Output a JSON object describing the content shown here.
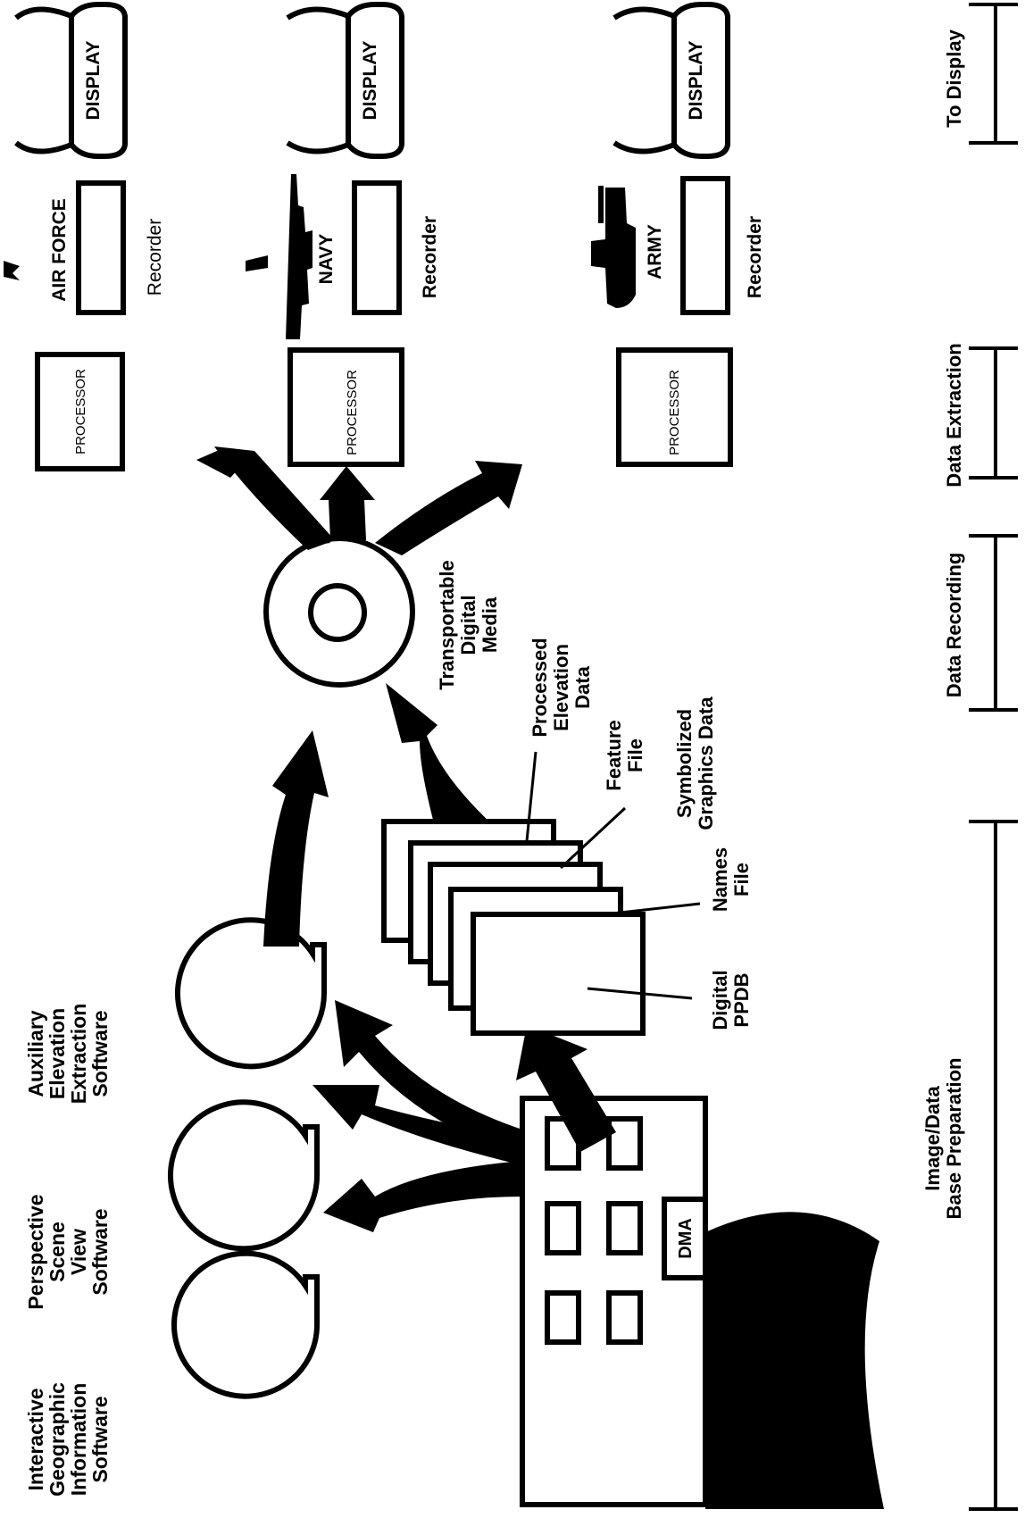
{
  "software": {
    "gis": [
      "Interactive",
      "Geographic",
      "Information",
      "Software"
    ],
    "perspective": [
      "Perspective",
      "Scene",
      "View",
      "Software"
    ],
    "auxiliary": [
      "Auxiliary",
      "Elevation",
      "Extraction",
      "Software"
    ]
  },
  "building_label": "DMA",
  "files": {
    "processed": [
      "Processed",
      "Elevation",
      "Data"
    ],
    "feature": [
      "Feature",
      "File"
    ],
    "symbolized": [
      "Symbolized",
      "Graphics Data"
    ],
    "names": [
      "Names",
      "File"
    ],
    "ppdb": [
      "Digital",
      "PPDB"
    ]
  },
  "media": [
    "Transportable",
    "Digital",
    "Media"
  ],
  "services": {
    "air_force": {
      "service": "AIR FORCE",
      "processor": "PROCESSOR",
      "recorder": "Recorder",
      "display": "DISPLAY"
    },
    "navy": {
      "service": "NAVY",
      "processor": "PROCESSOR",
      "recorder": "Recorder",
      "display": "DISPLAY"
    },
    "army": {
      "service": "ARMY",
      "processor": "PROCESSOR",
      "recorder": "Recorder",
      "display": "DISPLAY"
    }
  },
  "phases": {
    "prep": [
      "Image/Data",
      "Base Preparation"
    ],
    "recording": "Data Recording",
    "extraction": "Data Extraction",
    "display": "To Display"
  }
}
